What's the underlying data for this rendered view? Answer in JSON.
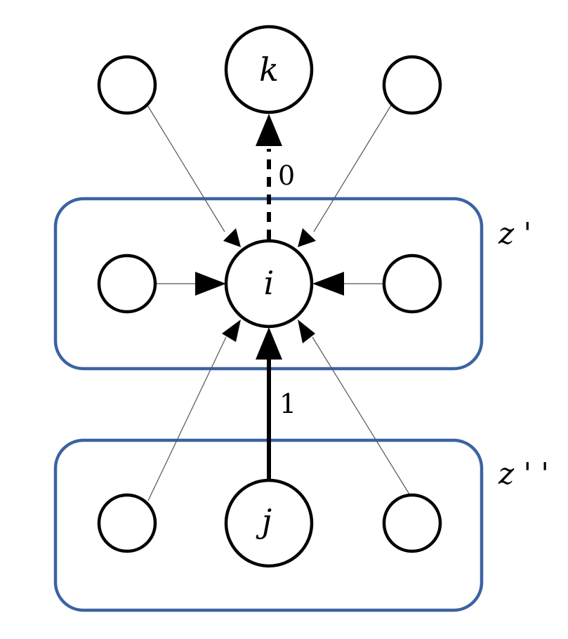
{
  "nodes": {
    "k": "k",
    "i": "i",
    "j": "j"
  },
  "edges": {
    "to_k": "0",
    "from_j": "1"
  },
  "groups": {
    "z_prime": "z '",
    "z_double_prime": "z ' '"
  },
  "colors": {
    "group_border": "#3a63a1",
    "node_stroke": "#000000"
  }
}
